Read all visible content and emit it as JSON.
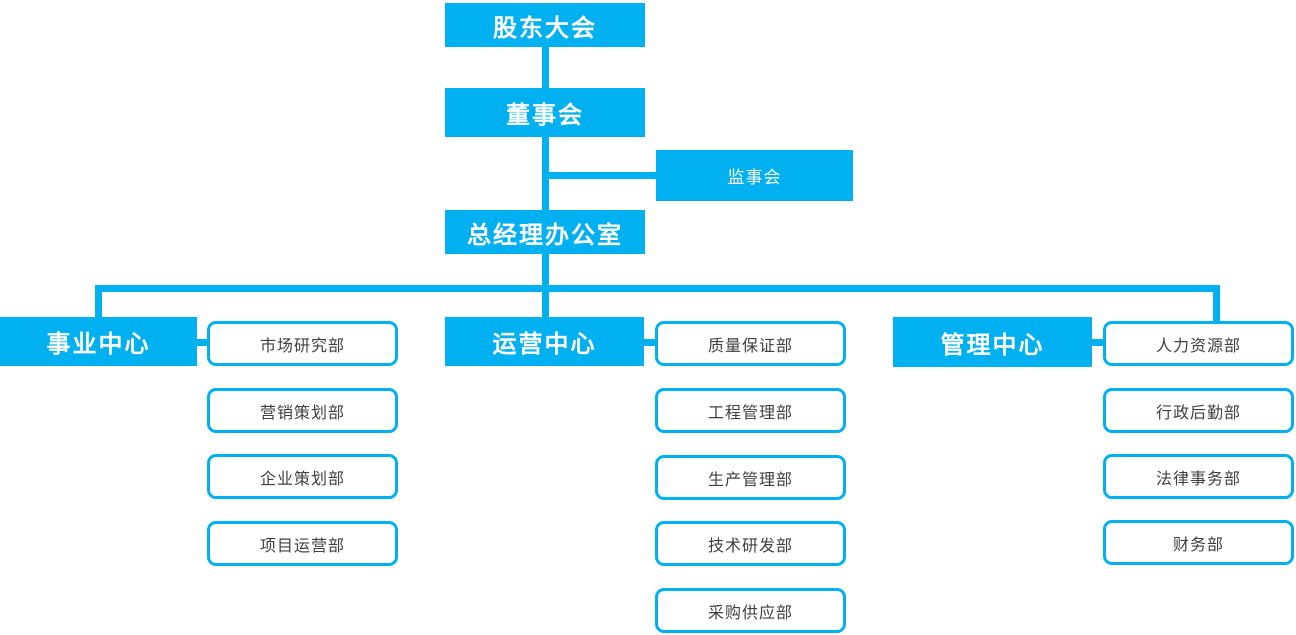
{
  "colors": {
    "accent_blue": "#00b0f0",
    "node_text": "#ffffff",
    "department_text": "#404040",
    "background": "#ffffff"
  },
  "org_chart": {
    "type": "organization-chart",
    "shareholders_meeting": "股东大会",
    "board_of_directors": "董事会",
    "supervisory_board": "监事会",
    "gm_office": "总经理办公室",
    "centers": [
      {
        "label": "事业中心",
        "departments": [
          "市场研究部",
          "营销策划部",
          "企业策划部",
          "项目运营部"
        ]
      },
      {
        "label": "运营中心",
        "departments": [
          "质量保证部",
          "工程管理部",
          "生产管理部",
          "技术研发部",
          "采购供应部"
        ]
      },
      {
        "label": "管理中心",
        "departments": [
          "人力资源部",
          "行政后勤部",
          "法律事务部",
          "财务部"
        ]
      }
    ]
  }
}
